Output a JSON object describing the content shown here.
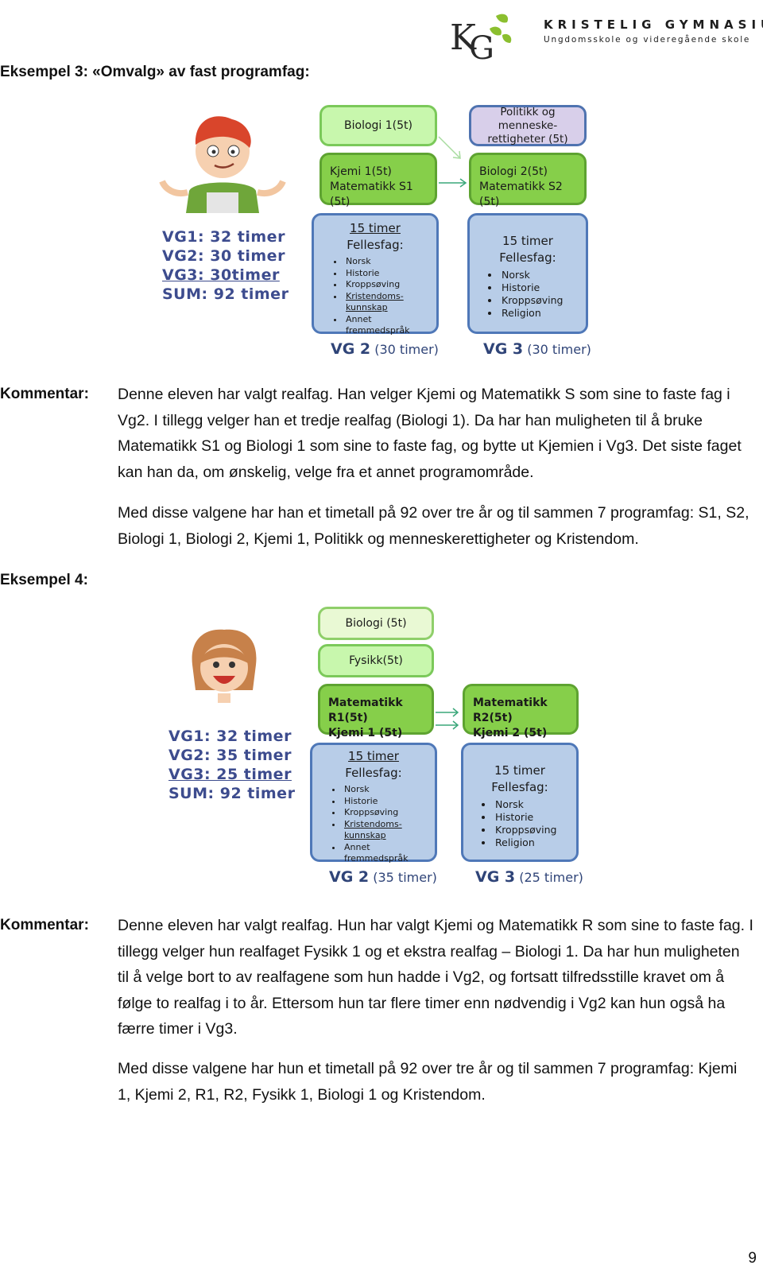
{
  "header": {
    "logo_mark": "KG",
    "school_name": "KRISTELIG GYMNASIUM",
    "school_subtitle": "Ungdomsskole og videregående skole"
  },
  "example3": {
    "heading": "Eksempel 3: «Omvalg» av fast programfag:",
    "diagram": {
      "vg2_top": "Biologi 1(5t)",
      "vg3_top": "Politikk og menneske-rettigheter (5t)",
      "vg2_core_line1": "Kjemi 1(5t)",
      "vg2_core_line2": "Matematikk S1 (5t)",
      "vg3_core_line1": "Biologi 2(5t)",
      "vg3_core_line2": "Matematikk S2 (5t)",
      "vg2_common_hours": "15 timer",
      "vg2_common_title": "Fellesfag:",
      "vg2_common_items": [
        "Norsk",
        "Historie",
        "Kroppsøving",
        "Kristendoms-kunnskap",
        "Annet fremmedspråk"
      ],
      "vg3_common_hours": "15 timer",
      "vg3_common_title": "Fellesfag:",
      "vg3_common_items": [
        "Norsk",
        "Historie",
        "Kroppsøving",
        "Religion"
      ],
      "hours_vg1": "VG1:   32 timer",
      "hours_vg2": "VG2:   30 timer",
      "hours_vg3": "VG3: 30timer",
      "hours_sum": "SUM: 92 timer",
      "vg2_label": "VG 2",
      "vg2_label_hours": "(30 timer)",
      "vg3_label": "VG 3",
      "vg3_label_hours": "(30 timer)"
    },
    "comment_label": "Kommentar:",
    "comment_p1": "Denne eleven har valgt realfag. Han velger Kjemi og Matematikk S som sine to faste fag i Vg2. I tillegg velger han et tredje realfag (Biologi 1). Da har han muligheten til å bruke Matematikk S1 og Biologi 1 som sine to faste fag, og bytte ut Kjemien i Vg3. Det siste faget kan han da, om ønskelig, velge fra et annet programområde.",
    "comment_p2": "Med disse valgene har han et timetall på 92 over tre år og til sammen 7 programfag: S1, S2, Biologi 1, Biologi 2, Kjemi 1, Politikk og menneskerettigheter og Kristendom."
  },
  "example4": {
    "heading": "Eksempel 4:",
    "diagram": {
      "vg2_top1": "Biologi (5t)",
      "vg2_top2": "Fysikk(5t)",
      "vg2_core_line1": "Matematikk R1(5t)",
      "vg2_core_line2": "Kjemi 1 (5t)",
      "vg3_core_line1": "Matematikk R2(5t)",
      "vg3_core_line2": "Kjemi 2 (5t)",
      "vg2_common_hours": "15 timer",
      "vg2_common_title": "Fellesfag:",
      "vg2_common_items": [
        "Norsk",
        "Historie",
        "Kroppsøving",
        "Kristendoms-kunnskap",
        "Annet fremmedspråk"
      ],
      "vg3_common_hours": "15 timer",
      "vg3_common_title": "Fellesfag:",
      "vg3_common_items": [
        "Norsk",
        "Historie",
        "Kroppsøving",
        "Religion"
      ],
      "hours_vg1": "VG1:   32 timer",
      "hours_vg2": "VG2:  35 timer",
      "hours_vg3": "VG3:  25 timer",
      "hours_sum": "SUM: 92 timer",
      "vg2_label": "VG 2",
      "vg2_label_hours": "(35 timer)",
      "vg3_label": "VG 3",
      "vg3_label_hours": "(25 timer)"
    },
    "comment_label": "Kommentar:",
    "comment_p1": "Denne eleven har valgt realfag. Hun har valgt Kjemi og Matematikk R som sine to faste fag. I tillegg velger hun realfaget Fysikk 1 og et ekstra realfag – Biologi 1.  Da har hun muligheten til å velge bort to av realfagene som hun hadde i Vg2, og fortsatt tilfredsstille kravet om å følge to realfag i to år. Ettersom hun tar flere timer enn nødvendig i Vg2 kan hun også ha færre timer i Vg3.",
    "comment_p2": "Med disse valgene har hun et timetall på 92 over tre år og til sammen 7 programfag: Kjemi 1, Kjemi 2, R1, R2, Fysikk 1, Biologi 1 og Kristendom."
  },
  "page_number": "9",
  "colors": {
    "light_green": "#c8f7ad",
    "green": "#86cf4a",
    "lavender": "#d8cfea",
    "blue": "#b8cde8",
    "hours_text": "#3d4c8e"
  }
}
